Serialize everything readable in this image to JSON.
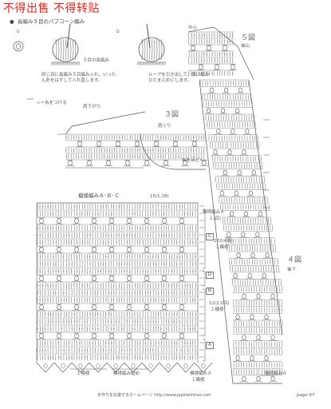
{
  "watermark": "不得出售 不得转贴",
  "header": {
    "title": "長編み５目のパプコーン編み",
    "step1": "①",
    "step2": "②",
    "step1_caption": [
      "同じ目に長編み５目編み入れ、いった",
      "ん針をはずして入れ直します。"
    ],
    "step2_caption": [
      "ループを引き出して、鎖に編み",
      "ひとまとめにします。"
    ],
    "yarn_note": "５目の長編み"
  },
  "note_left": "⊂＝糸をつける",
  "chart3": {
    "title": "３図",
    "subtitle": "肩ぐり",
    "top_label": "肩下がり",
    "right_note": "糸をほどく"
  },
  "chart5": {
    "title": "５図",
    "subtitle": "袖山",
    "top_label": "中心"
  },
  "chart4": {
    "title": "４図",
    "subtitle": "袖下"
  },
  "chart_main": {
    "title": "模様編みＡ･Ｂ･Ｃ",
    "count": "15(1.18)",
    "right_labels": {
      "a": "模様編みＡ",
      "a_sub": "１(目)",
      "b": "272(4段)",
      "b_sub": "１模様",
      "c": "12(2.0目)",
      "c_sub": "１模様",
      "d": "模様編みＡ",
      "d_sub": "１模様"
    },
    "section_letters": [
      "Ｃ",
      "Ｂ",
      "Ｄ",
      "Ａ"
    ],
    "bottom_labels": [
      "１模様",
      "模様編み始め"
    ],
    "bottom_right": "模様編みＡ"
  },
  "footer": {
    "note": "手作りを応援するホームページ http://www.japlilanlimer.com",
    "page": "page 67"
  },
  "colors": {
    "ink": "#555555",
    "stamp": "#e8231c"
  }
}
